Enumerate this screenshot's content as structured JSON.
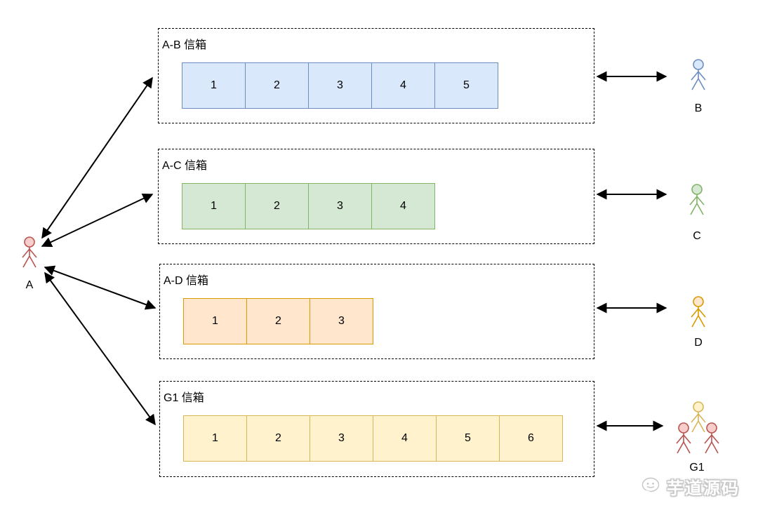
{
  "mailboxes": [
    {
      "label": "A-B 信箱",
      "cells": [
        "1",
        "2",
        "3",
        "4",
        "5"
      ],
      "fill": "#dae8fc",
      "border": "#6c8ebf"
    },
    {
      "label": "A-C 信箱",
      "cells": [
        "1",
        "2",
        "3",
        "4"
      ],
      "fill": "#d5e8d4",
      "border": "#82b366"
    },
    {
      "label": "A-D 信箱",
      "cells": [
        "1",
        "2",
        "3"
      ],
      "fill": "#ffe6cc",
      "border": "#d79b00"
    },
    {
      "label": "G1 信箱",
      "cells": [
        "1",
        "2",
        "3",
        "4",
        "5",
        "6"
      ],
      "fill": "#fff2cc",
      "border": "#d6b656"
    }
  ],
  "actors": {
    "a": {
      "label": "A",
      "color": "#b85450"
    },
    "b": {
      "label": "B",
      "color": "#6c8ebf"
    },
    "c": {
      "label": "C",
      "color": "#82b366"
    },
    "d": {
      "label": "D",
      "color": "#d79b00"
    },
    "group": {
      "label": "G1",
      "colors": [
        "#d6b656",
        "#b85450"
      ]
    }
  },
  "connections": [
    {
      "from": "A",
      "to": "A-B 信箱",
      "bidirectional": true
    },
    {
      "from": "A",
      "to": "A-C 信箱",
      "bidirectional": true
    },
    {
      "from": "A",
      "to": "A-D 信箱",
      "bidirectional": true
    },
    {
      "from": "A",
      "to": "G1 信箱",
      "bidirectional": true
    },
    {
      "from": "A-B 信箱",
      "to": "B",
      "bidirectional": true
    },
    {
      "from": "A-C 信箱",
      "to": "C",
      "bidirectional": true
    },
    {
      "from": "A-D 信箱",
      "to": "D",
      "bidirectional": true
    },
    {
      "from": "G1 信箱",
      "to": "G1",
      "bidirectional": true
    }
  ],
  "watermark": {
    "text": "芋道源码",
    "icon": "wechat-chat-icon"
  }
}
